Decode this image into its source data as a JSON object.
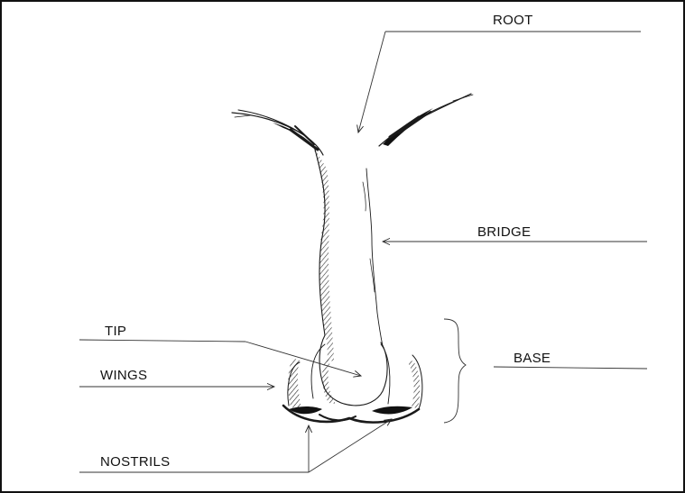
{
  "labels": {
    "root": "ROOT",
    "bridge": "BRIDGE",
    "tip": "TIP",
    "wings": "WINGS",
    "base": "BASE",
    "nostrils": "NOSTRILS"
  },
  "colors": {
    "ink": "#1a1a1a",
    "background": "#ffffff"
  }
}
